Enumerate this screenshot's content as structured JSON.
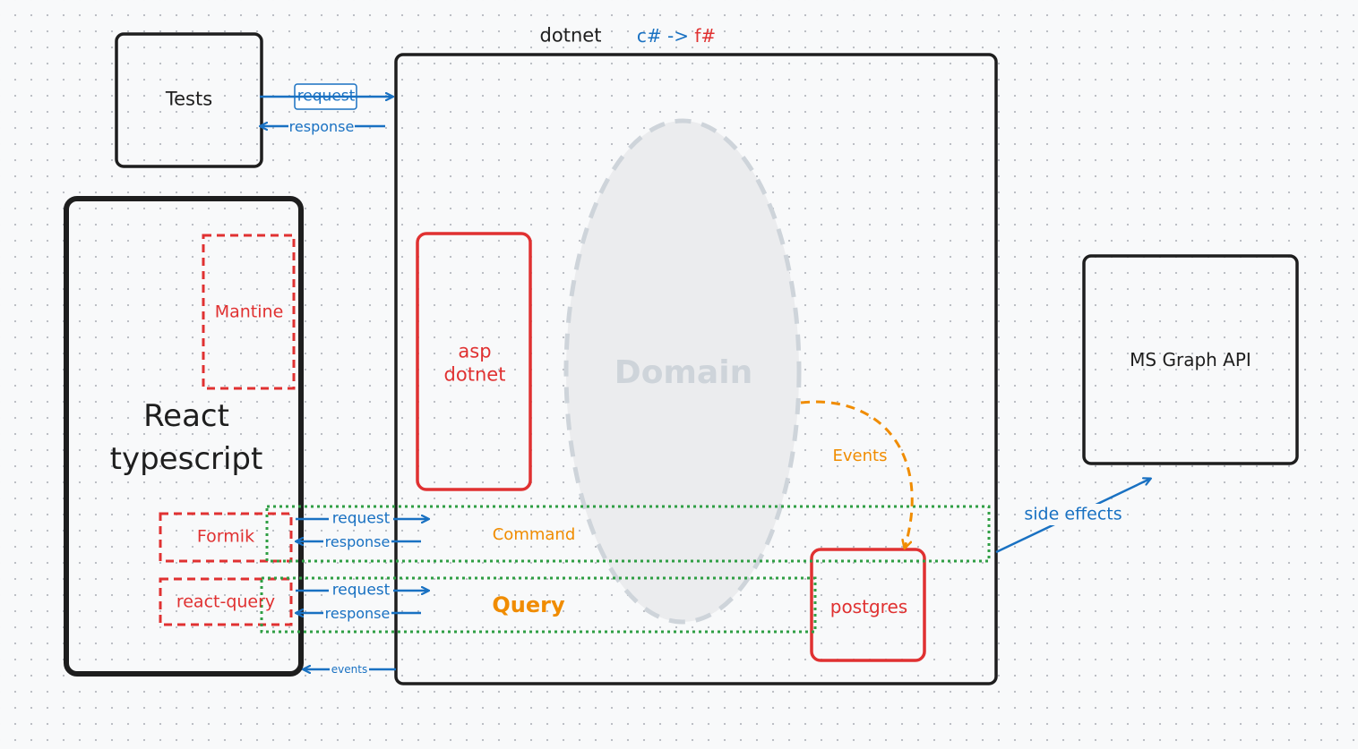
{
  "header": {
    "title": "dotnet",
    "migration_from": "c#",
    "migration_arrow": "->",
    "migration_to": "f#"
  },
  "boxes": {
    "tests": "Tests",
    "react_line1": "React",
    "react_line2": "typescript",
    "mantine": "Mantine",
    "formik": "Formik",
    "react_query": "react-query",
    "asp_line1": "asp",
    "asp_line2": "dotnet",
    "domain": "Domain",
    "postgres": "postgres",
    "ms_graph": "MS Graph API"
  },
  "edges": {
    "tests_request": "request",
    "tests_response": "response",
    "formik_request": "request",
    "formik_response": "response",
    "query_request": "request",
    "query_response": "response",
    "events_to_react": "events",
    "domain_events": "Events",
    "side_effects": "side effects"
  },
  "lanes": {
    "command": "Command",
    "query": "Query"
  },
  "colors": {
    "black": "#1e1e1e",
    "red": "#e03131",
    "blue": "#1971c2",
    "orange": "#f08c00",
    "green": "#2f9e44",
    "grey": "#ced4da"
  }
}
